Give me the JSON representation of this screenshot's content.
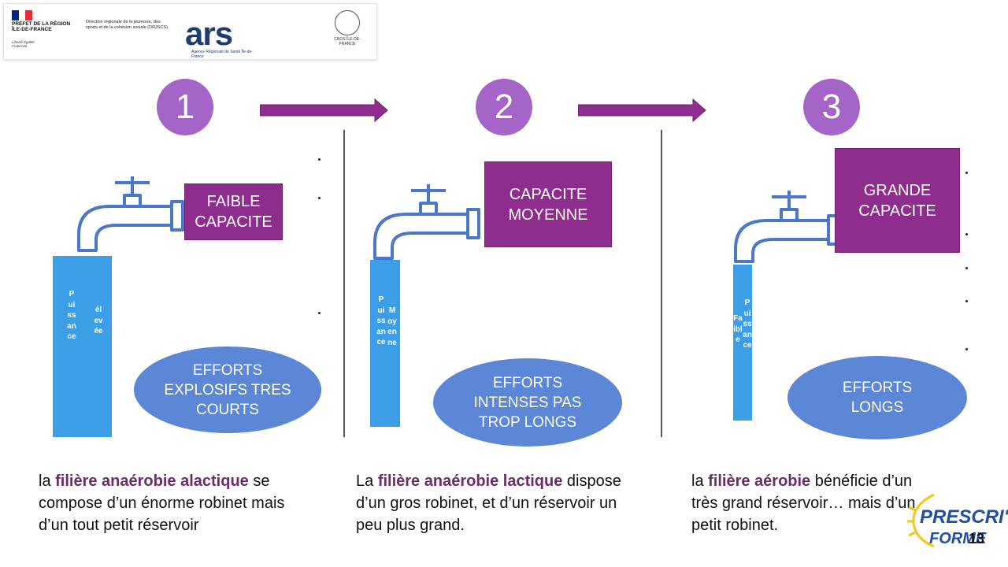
{
  "header": {
    "prefet": "PRÉFET DE LA RÉGION ÎLE-DE-FRANCE",
    "devise": "Liberté Égalité Fraternité",
    "drjscs": "Direction régionale de la jeunesse, des sports et de la cohésion sociale (DRJSCS)",
    "ars": "ars",
    "ars_sub": "Agence Régionale de Santé Île-de-France",
    "cros": "CROS ÎLE-DE-FRANCE"
  },
  "panels": [
    {
      "number": "1",
      "capacity": "FAIBLE CAPACITE",
      "stream_text_1": "Puissance",
      "stream_text_2": "élevée",
      "effort": "EFFORTS EXPLOSIFS TRES COURTS",
      "caption_pre": "la ",
      "caption_bold": "filière anaérobie alactique",
      "caption_post": " se compose d’un énorme robinet mais d’un tout petit réservoir"
    },
    {
      "number": "2",
      "capacity": "CAPACITE MOYENNE",
      "stream_text_1": "Puissance",
      "stream_text_2": "Moyenne",
      "effort": "EFFORTS INTENSES PAS TROP LONGS",
      "caption_pre": "La ",
      "caption_bold": "filière anaérobie lactique",
      "caption_post": " dispose d’un gros robinet, et d’un réservoir un peu plus grand."
    },
    {
      "number": "3",
      "capacity": "GRANDE CAPACITE",
      "stream_text_1": "Faible",
      "stream_text_2": "Puissance",
      "effort": "EFFORTS LONGS",
      "caption_pre": "la ",
      "caption_bold": "filière aérobie",
      "caption_post": " bénéficie d’un très grand réservoir… mais d’un petit robinet."
    }
  ],
  "footer": {
    "prescri_top": "PRESCRI'",
    "prescri_bottom": "FORME",
    "page_number": "13"
  },
  "colors": {
    "purple_box": "#8e2d8d",
    "number_circle": "#a464c8",
    "arrow": "#8e2d8d",
    "stream": "#3b9ee6",
    "ellipse": "#5b87d6",
    "tap": "#4a78c8"
  }
}
